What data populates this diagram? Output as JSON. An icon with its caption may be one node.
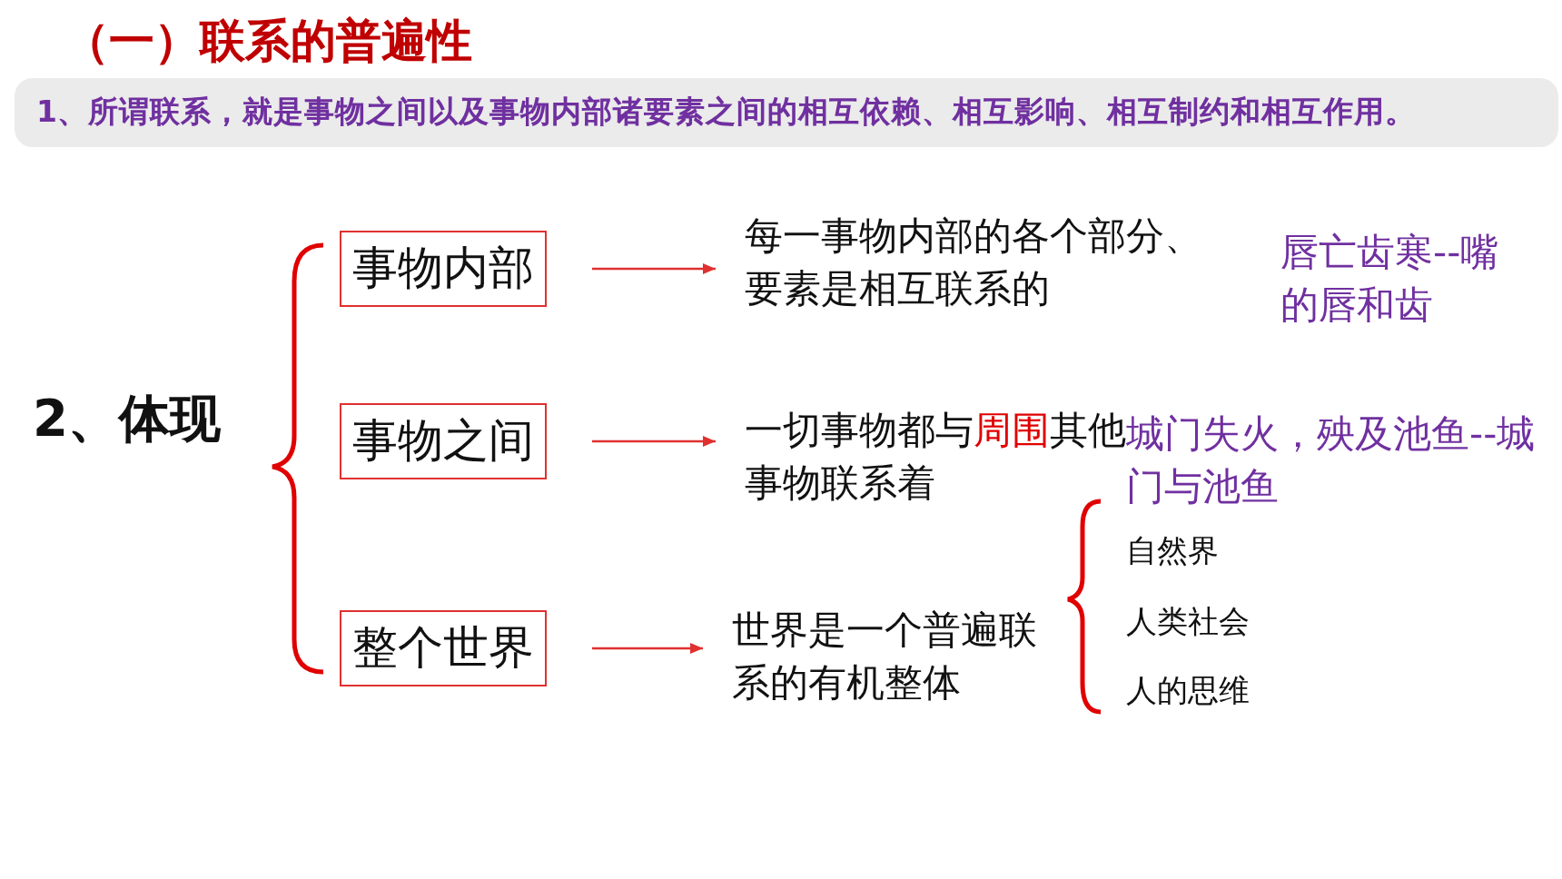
{
  "diagram": {
    "title": "（一）联系的普遍性",
    "nodes": [
      {
        "text": [
          "1、所谓联系，就是事物之间以及事物内部诸要素之间的相互依赖、相互影响、相互制约和相互作用。"
        ]
      },
      {
        "text": [
          "事物内部"
        ]
      },
      {
        "text": [
          "每一事物内部的各个部分、要素是相互联系的"
        ]
      },
      {
        "text": [
          "事物之间"
        ]
      },
      {
        "text": [
          "一切事物都与**周围**其他事物联系着"
        ]
      },
      {
        "text": [
          "整个世界"
        ]
      },
      {
        "text": [
          "世界是一个普遍联系的有机整体"
        ]
      }
    ],
    "edges": [
      {
        "from": 1,
        "to": 2,
        "arrow": "to"
      },
      {
        "from": 3,
        "to": 4,
        "arrow": "to"
      },
      {
        "from": 5,
        "to": 6,
        "arrow": "to"
      }
    ],
    "labels": [
      "2、体现",
      "唇亡齿寒--嘴的唇和齿",
      "城门失火，殃及池鱼--城门与池鱼",
      "自然界",
      "人类社会",
      "人的思维"
    ]
  }
}
